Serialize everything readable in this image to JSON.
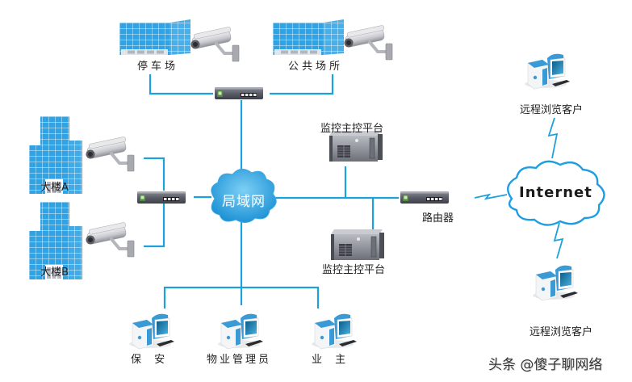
{
  "diagram": {
    "title": "小区视频监控网络拓扑",
    "colors": {
      "link": "#1ea0dc",
      "building": "#2ea4e6",
      "lan_cloud": "#3aa8e3",
      "internet_outline": "#1e9ee0",
      "device_dark": "#5a5c66",
      "pc_accent": "#3a9ad6"
    },
    "sites": {
      "parking": "停车场",
      "public_area": "公共场所",
      "building_a": "大楼A",
      "building_b": "大楼B"
    },
    "core": {
      "lan": "局域网",
      "router": "路由器",
      "internet": "Internet"
    },
    "platforms": {
      "top": "监控主控平台",
      "bottom": "监控主控平台"
    },
    "remote_clients": {
      "top": "远程浏览客户",
      "bottom": "远程浏览客户"
    },
    "local_clients": {
      "security": "保 安",
      "property_manager": "物业管理员",
      "owner": "业 主"
    },
    "icons": {
      "building": "office-building-icon",
      "camera": "cctv-camera-icon",
      "switch": "network-switch-icon",
      "server": "rack-server-icon",
      "pc": "desktop-computer-icon",
      "cloud": "cloud-icon"
    }
  },
  "watermark": "头条 @傻子聊网络"
}
